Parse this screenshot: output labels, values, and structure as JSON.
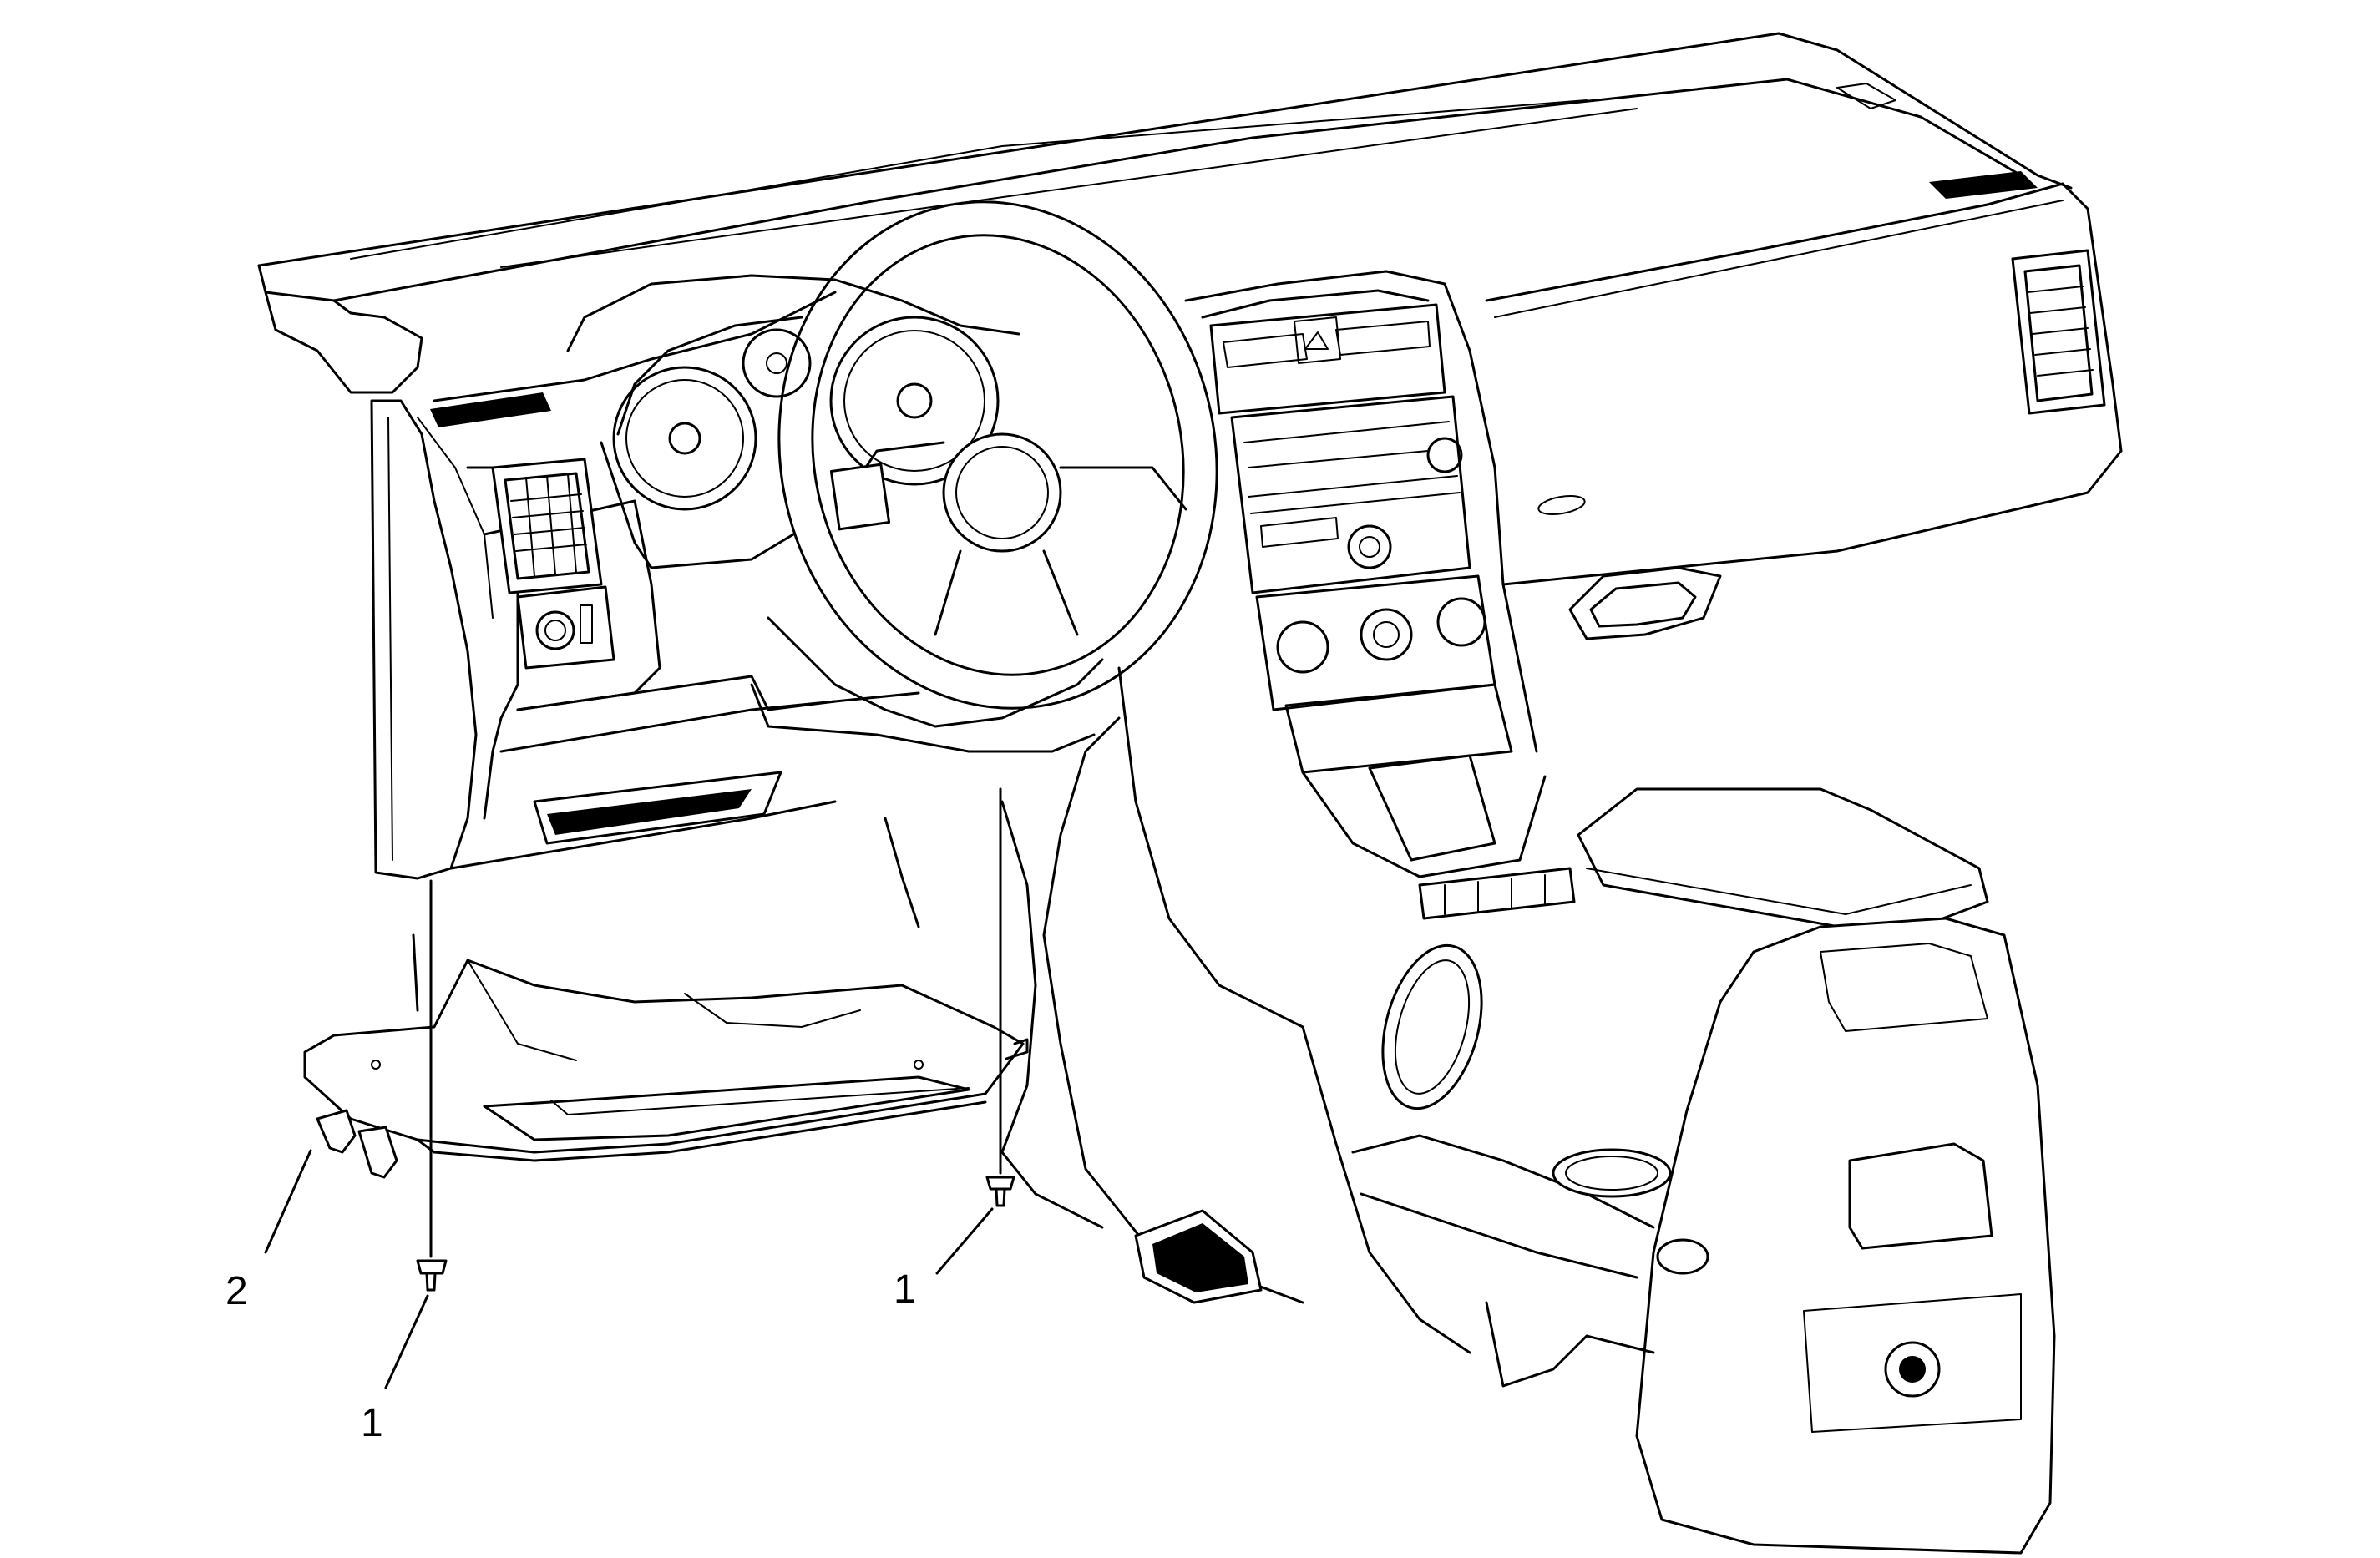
{
  "callouts": [
    {
      "id": "fastener-left",
      "label": "1"
    },
    {
      "id": "fastener-right",
      "label": "1"
    },
    {
      "id": "panel",
      "label": "2"
    }
  ],
  "colors": {
    "line": "#000000",
    "background": "#ffffff"
  }
}
